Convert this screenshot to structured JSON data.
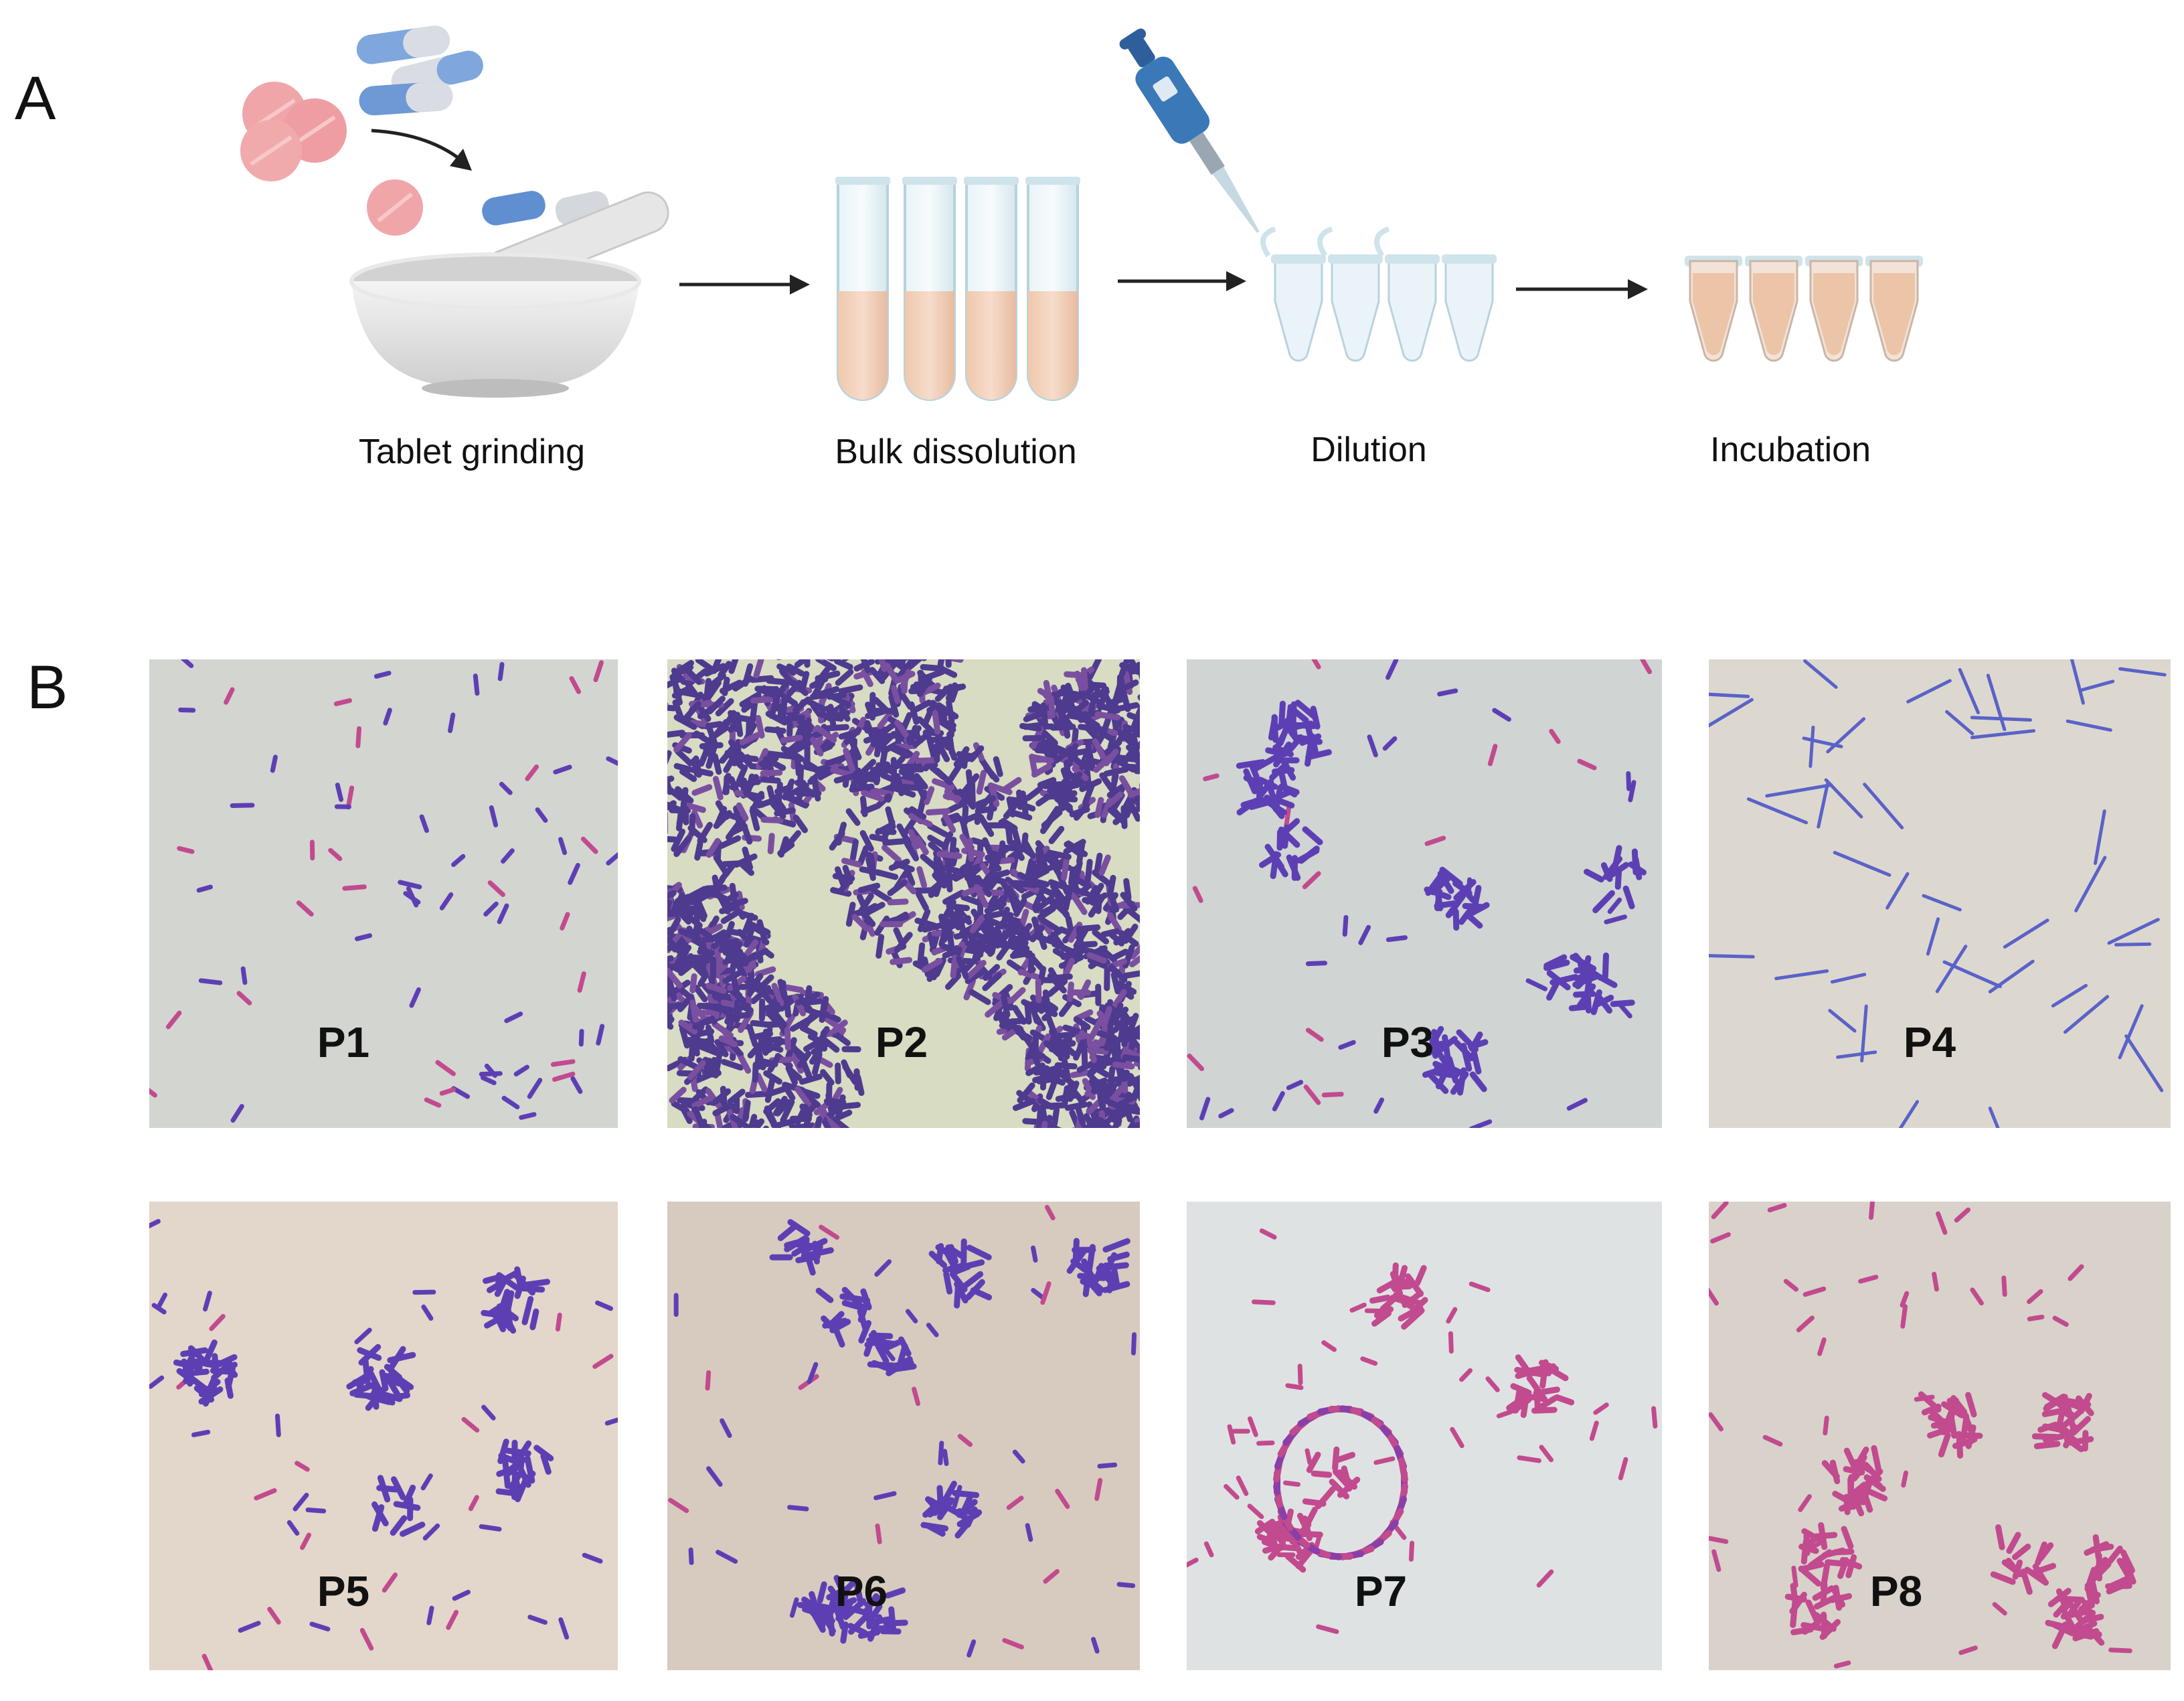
{
  "panels": {
    "a_letter": "A",
    "b_letter": "B"
  },
  "workflow": {
    "steps": [
      {
        "label": "Tablet grinding",
        "icon": "mortar-pestle-with-tablets-icon"
      },
      {
        "label": "Bulk dissolution",
        "icon": "test-tubes-icon"
      },
      {
        "label": "Dilution",
        "icon": "pipette-and-tubes-icon"
      },
      {
        "label": "Incubation",
        "icon": "incubation-tubes-icon"
      }
    ]
  },
  "micrographs": [
    {
      "label": "P1",
      "bg": "#d3d5d1"
    },
    {
      "label": "P2",
      "bg": "#d7dcc3"
    },
    {
      "label": "P3",
      "bg": "#d0d4d3"
    },
    {
      "label": "P4",
      "bg": "#ddd8cf"
    },
    {
      "label": "P5",
      "bg": "#e3d6cb"
    },
    {
      "label": "P6",
      "bg": "#d7cbbf"
    },
    {
      "label": "P7",
      "bg": "#dfe2e2"
    },
    {
      "label": "P8",
      "bg": "#d8d2cb"
    }
  ],
  "colors": {
    "stain_violet": "#5d3fb4",
    "stain_pink": "#c24a8e",
    "solution": "#f1cfb8",
    "tube_glass": "#dff0f6"
  }
}
